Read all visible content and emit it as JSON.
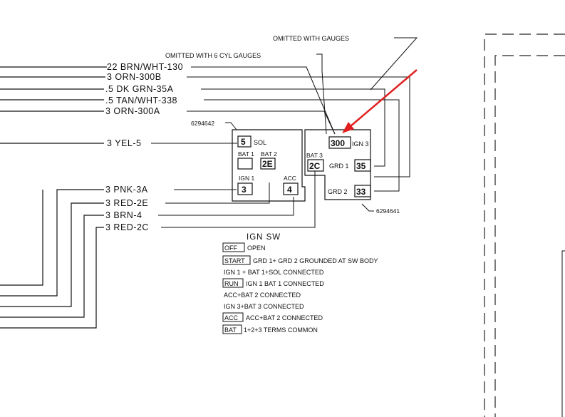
{
  "notes": {
    "omitted_gauges": "OMITTED WITH GAUGES",
    "omitted_6cyl": "OMITTED WITH 6 CYL GAUGES"
  },
  "wires": {
    "w1": "22 BRN/WHT-130",
    "w2": "3 ORN-300B",
    "w3": ".5 DK GRN-35A",
    "w4": ".5 TAN/WHT-338",
    "w5": "3 ORN-300A",
    "w6": "3 YEL-5",
    "w7": "3 PNK-3A",
    "w8": "3 RED-2E",
    "w9": "3 BRN-4",
    "w10": "3 RED-2C"
  },
  "connectors": {
    "left_part": "6294642",
    "right_part": "6294641",
    "left": {
      "sol_num": "5",
      "sol_label": "SOL",
      "bat1_label": "BAT 1",
      "bat2_label": "BAT 2",
      "bat2_num": "2E",
      "ign_label": "IGN 1",
      "ign_num": "3",
      "acc_label": "ACC",
      "acc_num": "4"
    },
    "right": {
      "ign3_num": "300",
      "ign3_label": "IGN 3",
      "bat3_label": "BAT 3",
      "bat3_num": "2C",
      "grd1_label": "GRD 1",
      "grd1_num": "35",
      "grd2_label": "GRD 2",
      "grd2_num": "33"
    }
  },
  "legend": {
    "title": "IGN SW",
    "off_key": "OFF",
    "off_text": "OPEN",
    "start_key": "START",
    "start_text": "GRD 1+ GRD 2 GROUNDED AT SW BODY",
    "line3": "IGN 1 + BAT 1+SOL CONNECTED",
    "run_key": "RUN",
    "run_text": "IGN 1 BAT 1 CONNECTED",
    "line5": "ACC+BAT 2 CONNECTED",
    "line6": "IGN 3+BAT 3 CONNECTED",
    "acc_key": "ACC",
    "acc_text": "ACC+BAT 2 CONNECTED",
    "bat_key": "BAT",
    "bat_text": "1+2+3 TERMS COMMON"
  },
  "colors": {
    "ink": "#111111",
    "arrow": "#e02020",
    "background": "#ffffff"
  }
}
